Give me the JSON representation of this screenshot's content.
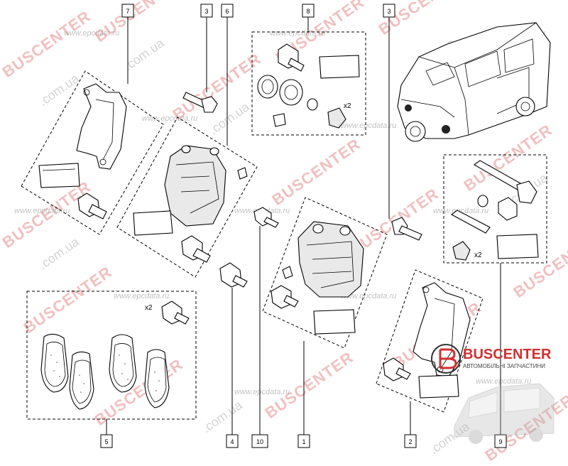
{
  "watermarks": {
    "brand": "BUSCENTER",
    "domain": ".com.ua",
    "site": "www.epcdata.ru"
  },
  "logo": {
    "name": "BUSCENTER",
    "subtitle": "АВТОМОБІЛЬНІ ЗАПЧАСТИНИ",
    "accent_color": "#d22f2f"
  },
  "callouts": {
    "c7": "7",
    "c3a": "3",
    "c6": "6",
    "c8": "8",
    "c3b": "3",
    "c5": "5",
    "c4": "4",
    "c10": "10",
    "c1": "1",
    "c2": "2",
    "c9": "9"
  },
  "quantity_labels": {
    "kit8_x2": "x2",
    "kit9_x2": "x2",
    "pads_x2": "x2"
  },
  "icons": [
    "van-icon",
    "logo-b-icon"
  ]
}
